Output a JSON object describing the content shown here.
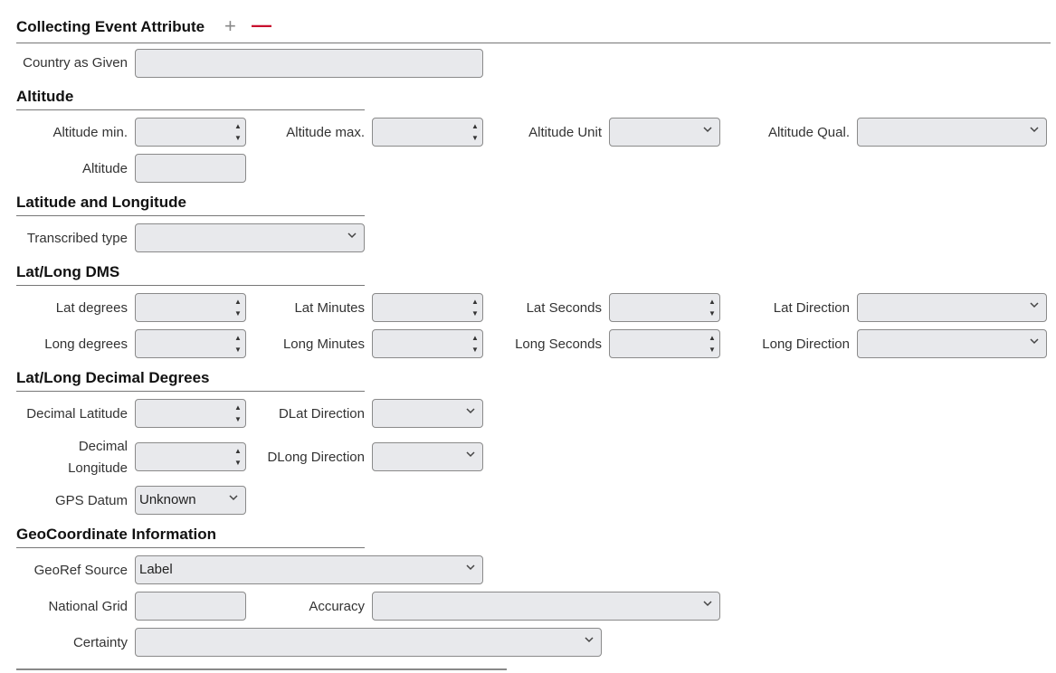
{
  "header": {
    "title": "Collecting Event Attribute",
    "add_glyph": "+",
    "remove_glyph": "—"
  },
  "country": {
    "label": "Country as Given",
    "value": ""
  },
  "altitude": {
    "heading": "Altitude",
    "min_label": "Altitude min.",
    "max_label": "Altitude max.",
    "unit_label": "Altitude Unit",
    "qual_label": "Altitude Qual.",
    "alt_label": "Altitude"
  },
  "latlong": {
    "heading": "Latitude and Longitude",
    "transcribed_label": "Transcribed type"
  },
  "dms": {
    "heading": "Lat/Long DMS",
    "lat_deg": "Lat degrees",
    "lat_min": "Lat Minutes",
    "lat_sec": "Lat Seconds",
    "lat_dir": "Lat Direction",
    "long_deg": "Long degrees",
    "long_min": "Long Minutes",
    "long_sec": "Long Seconds",
    "long_dir": "Long Direction"
  },
  "decimal": {
    "heading": "Lat/Long Decimal Degrees",
    "dec_lat": "Decimal Latitude",
    "dlat_dir": "DLat Direction",
    "dec_long_1": "Decimal",
    "dec_long_2": "Longitude",
    "dlong_dir": "DLong Direction",
    "gps_label": "GPS Datum",
    "gps_value": "Unknown"
  },
  "geo": {
    "heading": "GeoCoordinate Information",
    "georef_label": "GeoRef Source",
    "georef_value": "Label",
    "grid_label": "National Grid",
    "accuracy_label": "Accuracy",
    "certainty_label": "Certainty"
  },
  "icons": {
    "spin_up": "▲",
    "spin_down": "▼"
  },
  "colors": {
    "field_bg": "#e8e9ec",
    "remove": "#c8102e",
    "add": "#888888"
  }
}
